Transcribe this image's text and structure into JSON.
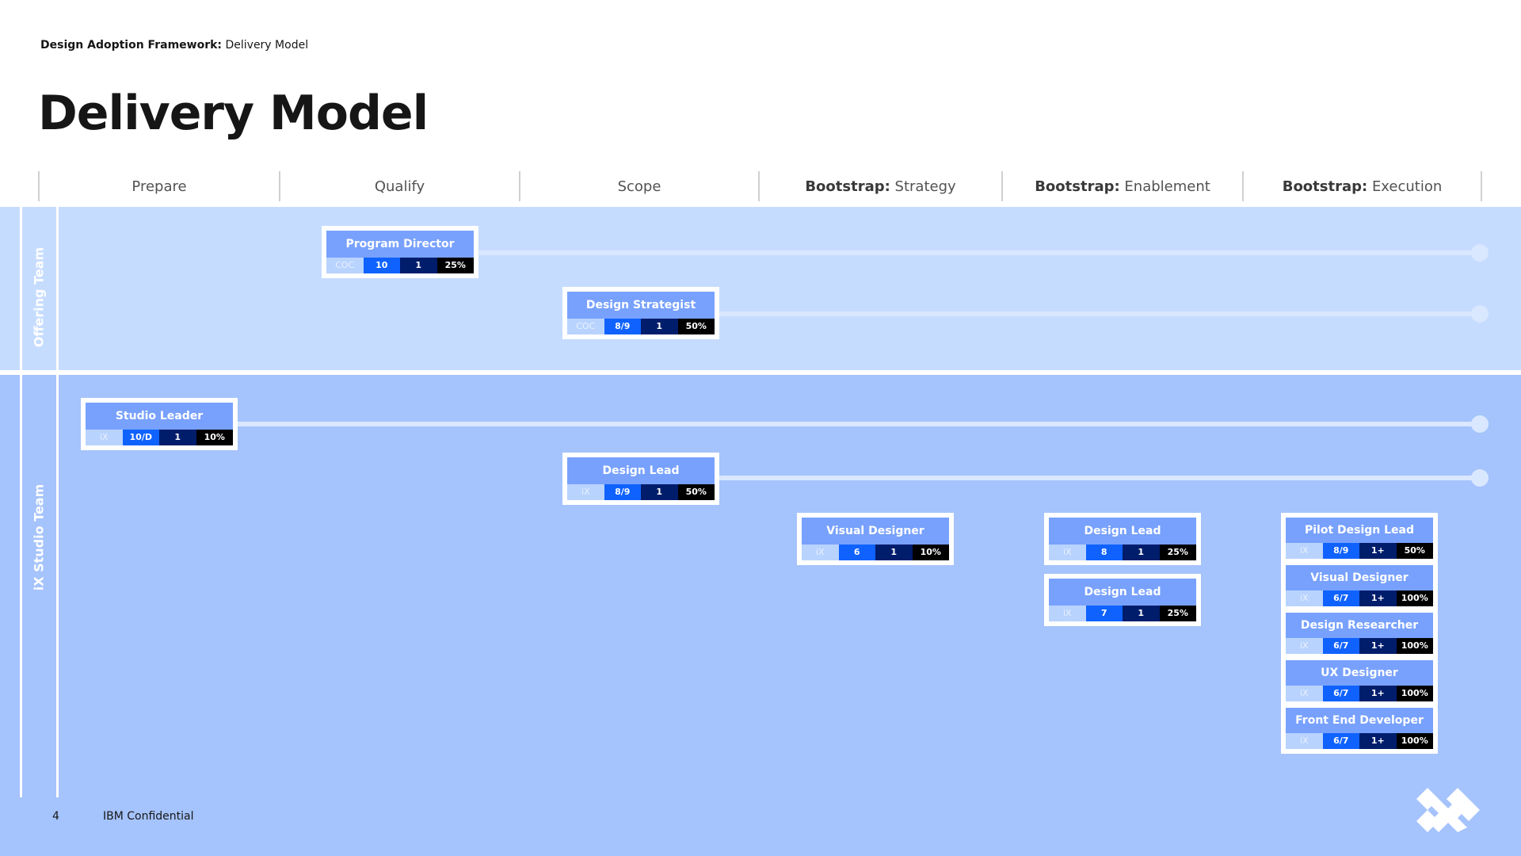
{
  "header": {
    "breadcrumb_bold": "Design Adoption Framework:",
    "breadcrumb_rest": "Delivery Model",
    "title": "Delivery Model"
  },
  "phases": [
    {
      "prefix": "",
      "label": "Prepare"
    },
    {
      "prefix": "",
      "label": "Qualify"
    },
    {
      "prefix": "",
      "label": "Scope"
    },
    {
      "prefix": "Bootstrap:",
      "label": "Strategy"
    },
    {
      "prefix": "Bootstrap:",
      "label": "Enablement"
    },
    {
      "prefix": "Bootstrap:",
      "label": "Execution"
    }
  ],
  "bands": {
    "offering": "Offering Team",
    "studio": "iX Studio Team"
  },
  "roles": {
    "program_director": {
      "title": "Program Director",
      "cells": [
        "COC",
        "10",
        "1",
        "25%"
      ]
    },
    "design_strategist": {
      "title": "Design Strategist",
      "cells": [
        "COC",
        "8/9",
        "1",
        "50%"
      ]
    },
    "studio_leader": {
      "title": "Studio Leader",
      "cells": [
        "iX",
        "10/D",
        "1",
        "10%"
      ]
    },
    "design_lead_scope": {
      "title": "Design Lead",
      "cells": [
        "iX",
        "8/9",
        "1",
        "50%"
      ]
    },
    "visual_designer_strategy": {
      "title": "Visual Designer",
      "cells": [
        "iX",
        "6",
        "1",
        "10%"
      ]
    },
    "design_lead_enable_1": {
      "title": "Design Lead",
      "cells": [
        "iX",
        "8",
        "1",
        "25%"
      ]
    },
    "design_lead_enable_2": {
      "title": "Design Lead",
      "cells": [
        "iX",
        "7",
        "1",
        "25%"
      ]
    },
    "execution": [
      {
        "title": "Pilot Design Lead",
        "cells": [
          "iX",
          "8/9",
          "1+",
          "50%"
        ]
      },
      {
        "title": "Visual Designer",
        "cells": [
          "iX",
          "6/7",
          "1+",
          "100%"
        ]
      },
      {
        "title": "Design Researcher",
        "cells": [
          "iX",
          "6/7",
          "1+",
          "100%"
        ]
      },
      {
        "title": "UX Designer",
        "cells": [
          "iX",
          "6/7",
          "1+",
          "100%"
        ]
      },
      {
        "title": "Front End Developer",
        "cells": [
          "iX",
          "6/7",
          "1+",
          "100%"
        ]
      }
    ]
  },
  "footer": {
    "page_number": "4",
    "confidential": "IBM Confidential"
  },
  "colors": {
    "offering_band": "#c6dcff",
    "studio_band": "#a5c3fc",
    "card_title": "#78a1fd",
    "cell_blue": "#0f62fe",
    "cell_navy": "#001d6c",
    "cell_black": "#000000"
  },
  "icons": [
    "ix-logo"
  ]
}
